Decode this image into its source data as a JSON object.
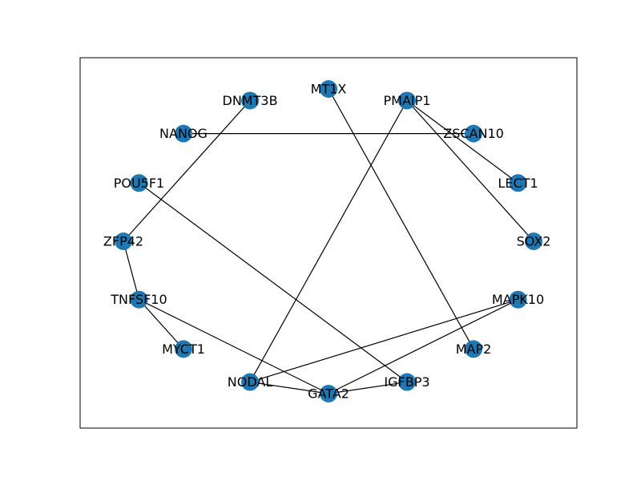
{
  "graph": {
    "node_color": "#1f77b4",
    "edge_color": "#000000",
    "nodes": [
      {
        "id": "MT1X",
        "label": "MT1X"
      },
      {
        "id": "PMAIP1",
        "label": "PMAIP1"
      },
      {
        "id": "ZSCAN10",
        "label": "ZSCAN10"
      },
      {
        "id": "LECT1",
        "label": "LECT1"
      },
      {
        "id": "SOX2",
        "label": "SOX2"
      },
      {
        "id": "MAPK10",
        "label": "MAPK10"
      },
      {
        "id": "MAP2",
        "label": "MAP2"
      },
      {
        "id": "IGFBP3",
        "label": "IGFBP3"
      },
      {
        "id": "GATA2",
        "label": "GATA2"
      },
      {
        "id": "NODAL",
        "label": "NODAL"
      },
      {
        "id": "MYCT1",
        "label": "MYCT1"
      },
      {
        "id": "TNFSF10",
        "label": "TNFSF10"
      },
      {
        "id": "ZFP42",
        "label": "ZFP42"
      },
      {
        "id": "POU5F1",
        "label": "POU5F1"
      },
      {
        "id": "NANOG",
        "label": "NANOG"
      },
      {
        "id": "DNMT3B",
        "label": "DNMT3B"
      }
    ],
    "edges": [
      [
        "DNMT3B",
        "ZFP42"
      ],
      [
        "MT1X",
        "MAP2"
      ],
      [
        "PMAIP1",
        "LECT1"
      ],
      [
        "PMAIP1",
        "SOX2"
      ],
      [
        "PMAIP1",
        "NODAL"
      ],
      [
        "NANOG",
        "ZSCAN10"
      ],
      [
        "POU5F1",
        "IGFBP3"
      ],
      [
        "ZFP42",
        "TNFSF10"
      ],
      [
        "TNFSF10",
        "MYCT1"
      ],
      [
        "TNFSF10",
        "GATA2"
      ],
      [
        "MAPK10",
        "NODAL"
      ],
      [
        "MAPK10",
        "GATA2"
      ],
      [
        "NODAL",
        "GATA2"
      ],
      [
        "GATA2",
        "IGFBP3"
      ]
    ]
  }
}
